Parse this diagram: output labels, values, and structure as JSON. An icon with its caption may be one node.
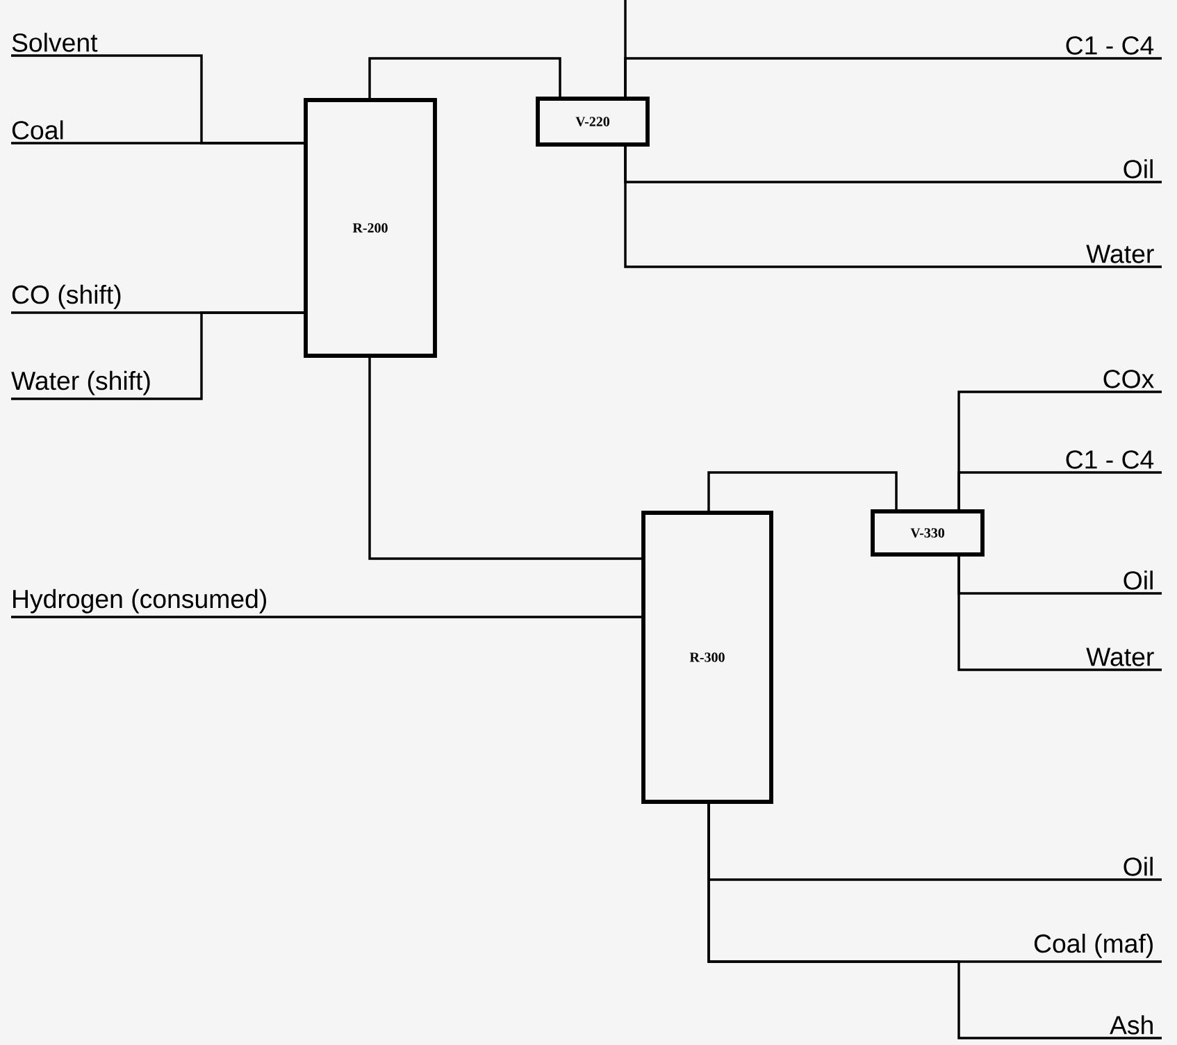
{
  "diagram": {
    "nodes": [
      {
        "text": [
          "Solvent"
        ]
      },
      {
        "text": [
          "Coal"
        ]
      },
      {
        "text": [
          "CO (shift)"
        ]
      },
      {
        "text": [
          "Water (shift)"
        ]
      },
      {
        "text": [
          "R-200"
        ]
      },
      {
        "text": [
          "V-220"
        ]
      },
      {
        "text": [
          "C1 - C4"
        ]
      },
      {
        "text": [
          "Oil"
        ]
      },
      {
        "text": [
          "Water"
        ]
      },
      {
        "text": [
          "R-300"
        ]
      },
      {
        "text": [
          "Hydrogen (consumed)"
        ]
      },
      {
        "text": [
          "V-330"
        ]
      },
      {
        "text": [
          "COx"
        ]
      },
      {
        "text": [
          "C1 - C4"
        ]
      },
      {
        "text": [
          "Oil"
        ]
      },
      {
        "text": [
          "Water"
        ]
      },
      {
        "text": [
          "Oil"
        ]
      },
      {
        "text": [
          "Coal (maf)"
        ]
      },
      {
        "text": [
          "Ash"
        ]
      }
    ],
    "edges": [
      {
        "from": 0,
        "to": 4,
        "arrow": "none"
      },
      {
        "from": 1,
        "to": 4,
        "arrow": "none"
      },
      {
        "from": 2,
        "to": 4,
        "arrow": "none"
      },
      {
        "from": 3,
        "to": 4,
        "arrow": "none"
      },
      {
        "from": 4,
        "to": 5,
        "arrow": "none"
      },
      {
        "from": 5,
        "to": null,
        "arrow": "none"
      },
      {
        "from": 5,
        "to": 6,
        "arrow": "none"
      },
      {
        "from": 5,
        "to": 7,
        "arrow": "none"
      },
      {
        "from": 5,
        "to": 8,
        "arrow": "none"
      },
      {
        "from": 4,
        "to": 9,
        "arrow": "none"
      },
      {
        "from": 10,
        "to": 9,
        "arrow": "none"
      },
      {
        "from": 9,
        "to": 11,
        "arrow": "none"
      },
      {
        "from": 11,
        "to": 12,
        "arrow": "none"
      },
      {
        "from": 11,
        "to": 13,
        "arrow": "none"
      },
      {
        "from": 11,
        "to": 14,
        "arrow": "none"
      },
      {
        "from": 11,
        "to": 15,
        "arrow": "none"
      },
      {
        "from": 9,
        "to": 16,
        "arrow": "none"
      },
      {
        "from": 9,
        "to": 17,
        "arrow": "none"
      },
      {
        "from": 9,
        "to": 18,
        "arrow": "none"
      }
    ]
  }
}
